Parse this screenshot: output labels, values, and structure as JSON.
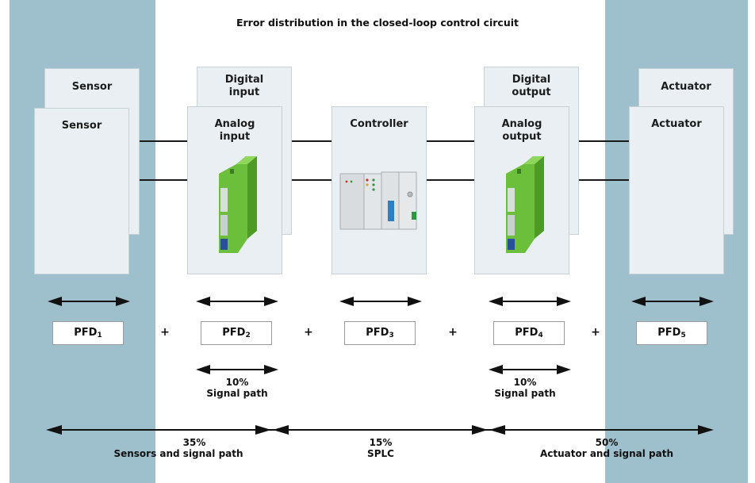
{
  "title": "Error distribution in the closed-loop control circuit",
  "colors": {
    "band": "#9ec0cc",
    "box": "#e9eff2",
    "module_green": "#6cbf3a",
    "line": "#1a1a1a"
  },
  "components": {
    "sensor": {
      "back_label": "Sensor",
      "front_label": "Sensor"
    },
    "input": {
      "back_label": "Digital input",
      "front_label": "Analog input"
    },
    "controller": {
      "label": "Controller"
    },
    "output": {
      "back_label": "Digital output",
      "front_label": "Analog output"
    },
    "actuator": {
      "back_label": "Actuator",
      "front_label": "Actuator"
    }
  },
  "pfd": [
    {
      "base": "PFD",
      "sub": "1"
    },
    {
      "base": "PFD",
      "sub": "2"
    },
    {
      "base": "PFD",
      "sub": "3"
    },
    {
      "base": "PFD",
      "sub": "4"
    },
    {
      "base": "PFD",
      "sub": "5"
    }
  ],
  "plus_sign": "+",
  "signal_path": [
    {
      "percent": "10%",
      "label": "Signal path"
    },
    {
      "percent": "10%",
      "label": "Signal path"
    }
  ],
  "distribution": [
    {
      "percent": "35%",
      "label": "Sensors and signal path"
    },
    {
      "percent": "15%",
      "label": "SPLC"
    },
    {
      "percent": "50%",
      "label": "Actuator and signal path"
    }
  ]
}
